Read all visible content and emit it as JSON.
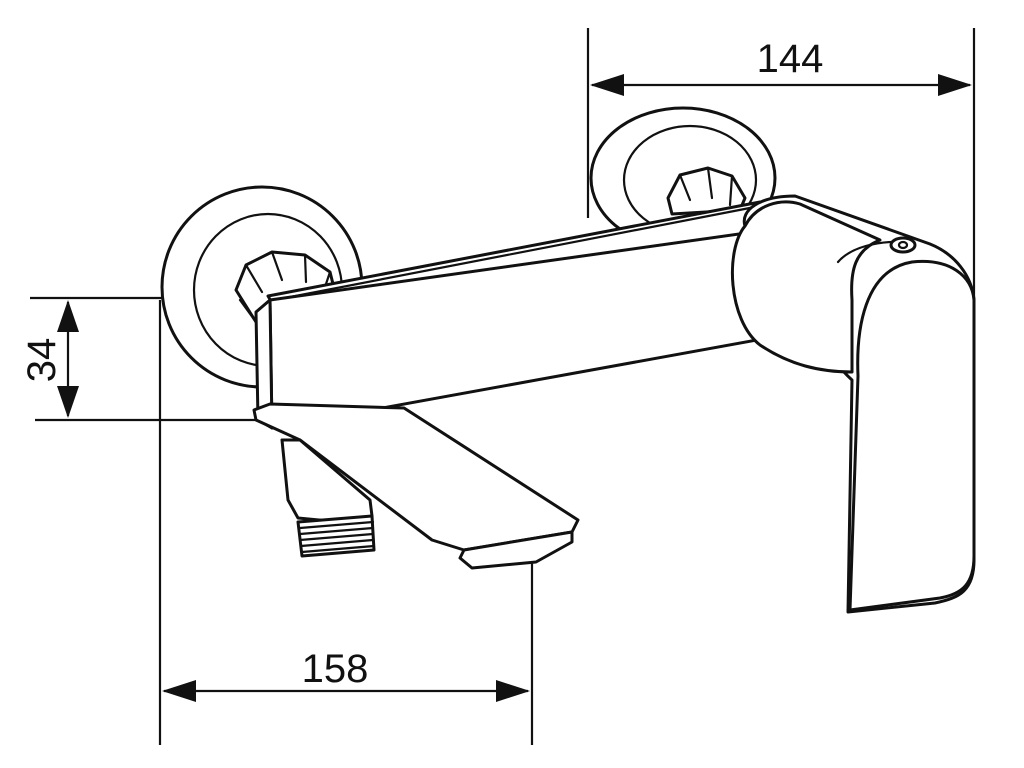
{
  "drawing": {
    "dimensions": {
      "width_top": "144",
      "height_left": "34",
      "width_bottom": "158"
    }
  }
}
